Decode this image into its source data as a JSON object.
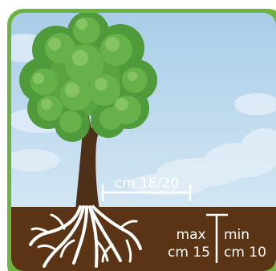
{
  "colors": {
    "frame": "#6db33f",
    "sky_top": "#a9cde8",
    "sky_bottom": "#cfe3f1",
    "cloud": "#dfecf6",
    "soil": "#5a3414",
    "trunk": "#4e2f18",
    "foliage_dark": "#4f9a3b",
    "foliage_mid": "#67b14a",
    "foliage_light": "#86c463",
    "roots": "#ffffff",
    "markers": "#ffffff"
  },
  "labels": {
    "spacing": "cm 18/20",
    "max_line1": "max",
    "max_line2": "cm 15",
    "min_line1": "min",
    "min_line2": "cm 10"
  }
}
